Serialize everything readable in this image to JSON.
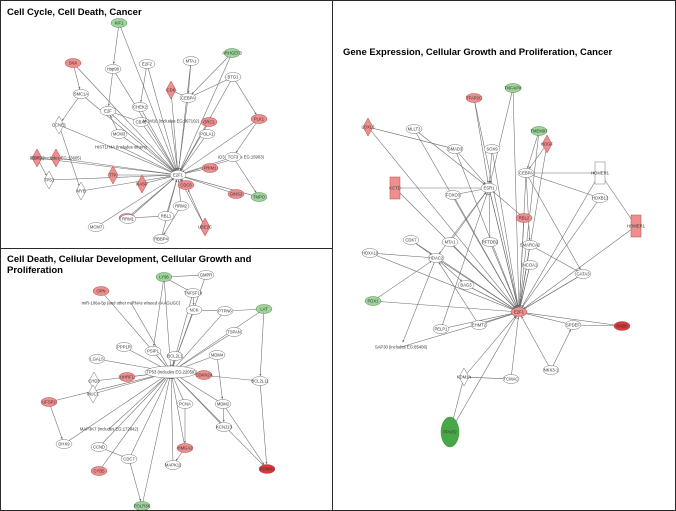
{
  "panels": [
    {
      "id": "a",
      "title": "Cell Cycle, Cell Death, Cancer"
    },
    {
      "id": "b",
      "title": "Cell Death, Cellular Development, Cellular Growth and Proliferation"
    },
    {
      "id": "c",
      "title": "Gene Expression, Cellular Growth and Proliferation, Cancer"
    }
  ],
  "colors": {
    "up_strong": "#d9383f",
    "up": "#ee8e8e",
    "up_light": "#f6c3c3",
    "down_strong": "#46a846",
    "down": "#9ed49b",
    "down_light": "#cfe9cc",
    "neutral": "#ffffff",
    "edge": "#6a6a6a"
  },
  "networks": {
    "a": {
      "nodes": [
        {
          "id": "n1",
          "label": "KIF1",
          "shape": "ellipse",
          "color": "down"
        },
        {
          "id": "n2",
          "label": "SNX",
          "shape": "ellipse",
          "color": "up"
        },
        {
          "id": "n3",
          "label": "Hsp90",
          "shape": "ellipse",
          "color": "neutral"
        },
        {
          "id": "n4",
          "label": "E2F2",
          "shape": "ellipse",
          "color": "neutral"
        },
        {
          "id": "n5",
          "label": "MTA1",
          "shape": "ellipse",
          "color": "neutral"
        },
        {
          "id": "n6",
          "label": "ARHGEF3",
          "shape": "ellipse",
          "color": "down"
        },
        {
          "id": "n7",
          "label": "SMC1A",
          "shape": "ellipse",
          "color": "neutral"
        },
        {
          "id": "n8",
          "label": "E2F",
          "shape": "ellipse",
          "color": "neutral"
        },
        {
          "id": "n9",
          "label": "CDK",
          "shape": "diamond",
          "color": "up"
        },
        {
          "id": "n10",
          "label": "CHEK2",
          "shape": "ellipse",
          "color": "neutral"
        },
        {
          "id": "n11",
          "label": "CEBPA",
          "shape": "ellipse",
          "color": "neutral"
        },
        {
          "id": "n12",
          "label": "BTG1",
          "shape": "ellipse",
          "color": "neutral"
        },
        {
          "id": "n13",
          "label": "CBX5",
          "shape": "ellipse",
          "color": "neutral"
        },
        {
          "id": "n14",
          "label": "MCM10 (includes EG:367102)",
          "shape": "ellipse",
          "color": "up"
        },
        {
          "id": "n15",
          "label": "ORC1",
          "shape": "ellipse",
          "color": "up"
        },
        {
          "id": "n16",
          "label": "MCM3",
          "shape": "ellipse",
          "color": "neutral"
        },
        {
          "id": "n17",
          "label": "CCNE1",
          "shape": "diamond",
          "color": "neutral"
        },
        {
          "id": "n18",
          "label": "HIST1H4A (includes others)",
          "shape": "ellipse",
          "color": "neutral"
        },
        {
          "id": "n19",
          "label": "POLA1",
          "shape": "ellipse",
          "color": "neutral"
        },
        {
          "id": "n20",
          "label": "E2F1",
          "shape": "ellipse",
          "color": "neutral"
        },
        {
          "id": "n21",
          "label": "ID3 (includes EG:15903)",
          "shape": "ellipse",
          "color": "neutral"
        },
        {
          "id": "n22",
          "label": "PLK1",
          "shape": "ellipse",
          "color": "up"
        },
        {
          "id": "n23",
          "label": "TCF3",
          "shape": "ellipse",
          "color": "neutral"
        },
        {
          "id": "n24",
          "label": "FOXO1",
          "shape": "diamond",
          "color": "up"
        },
        {
          "id": "n25",
          "label": "ECT2 (includes EG:13605)",
          "shape": "diamond",
          "color": "up"
        },
        {
          "id": "n26",
          "label": "TP53",
          "shape": "diamond",
          "color": "neutral"
        },
        {
          "id": "n27",
          "label": "MYB",
          "shape": "diamond",
          "color": "neutral"
        },
        {
          "id": "n28",
          "label": "TTK",
          "shape": "diamond",
          "color": "up"
        },
        {
          "id": "n29",
          "label": "NASP",
          "shape": "diamond",
          "color": "up"
        },
        {
          "id": "n30",
          "label": "CDC6",
          "shape": "ellipse",
          "color": "up"
        },
        {
          "id": "n31",
          "label": "PRIM1",
          "shape": "ellipse",
          "color": "up"
        },
        {
          "id": "n32",
          "label": "GINS2",
          "shape": "ellipse",
          "color": "up"
        },
        {
          "id": "n33",
          "label": "RRM2",
          "shape": "ellipse",
          "color": "neutral"
        },
        {
          "id": "n34",
          "label": "RAD51",
          "shape": "ellipse",
          "color": "up"
        },
        {
          "id": "n35",
          "label": "UBE2C",
          "shape": "diamond",
          "color": "up"
        },
        {
          "id": "n36",
          "label": "TMPO",
          "shape": "ellipse",
          "color": "down"
        },
        {
          "id": "n37",
          "label": "RRM1",
          "shape": "ellipse",
          "color": "neutral"
        },
        {
          "id": "n38",
          "label": "MCM7",
          "shape": "ellipse",
          "color": "neutral"
        },
        {
          "id": "n39",
          "label": "RBBP4",
          "shape": "ellipse",
          "color": "neutral"
        },
        {
          "id": "n40",
          "label": "RBL1",
          "shape": "ellipse",
          "color": "neutral"
        }
      ]
    },
    "b": {
      "nodes": [
        {
          "id": "m1",
          "label": "LY96",
          "shape": "ellipse",
          "color": "down"
        },
        {
          "id": "m2",
          "label": "OPN",
          "shape": "ellipse",
          "color": "up"
        },
        {
          "id": "m3",
          "label": "GMPR",
          "shape": "ellipse",
          "color": "neutral"
        },
        {
          "id": "m4",
          "label": "TNFSF10",
          "shape": "ellipse",
          "color": "neutral"
        },
        {
          "id": "m5",
          "label": "miR-106a-5p (and other miRNAs w/seed AAAGUGC)",
          "shape": "ellipse",
          "color": "neutral"
        },
        {
          "id": "m6",
          "label": "NCK",
          "shape": "ellipse",
          "color": "neutral"
        },
        {
          "id": "m7",
          "label": "PTPN6",
          "shape": "ellipse",
          "color": "neutral"
        },
        {
          "id": "m8",
          "label": "LAT",
          "shape": "ellipse",
          "color": "down"
        },
        {
          "id": "m9",
          "label": "PSIP1",
          "shape": "ellipse",
          "color": "neutral"
        },
        {
          "id": "m10",
          "label": "BCL2L1",
          "shape": "ellipse",
          "color": "neutral"
        },
        {
          "id": "m11",
          "label": "MDM4",
          "shape": "ellipse",
          "color": "neutral"
        },
        {
          "id": "m12",
          "label": "PPP1R",
          "shape": "ellipse",
          "color": "neutral"
        },
        {
          "id": "m13",
          "label": "TP53 (includes EG:22059)",
          "shape": "ellipse",
          "color": "neutral"
        },
        {
          "id": "m14",
          "label": "CDKN2A",
          "shape": "ellipse",
          "color": "up"
        },
        {
          "id": "m15",
          "label": "UHRF1",
          "shape": "ellipse",
          "color": "up"
        },
        {
          "id": "m16",
          "label": "BCL2L11",
          "shape": "ellipse",
          "color": "neutral"
        },
        {
          "id": "m17",
          "label": "CHD3",
          "shape": "diamond",
          "color": "neutral"
        },
        {
          "id": "m18",
          "label": "MUC1",
          "shape": "diamond",
          "color": "neutral"
        },
        {
          "id": "m19",
          "label": "UFSP2",
          "shape": "ellipse",
          "color": "up"
        },
        {
          "id": "m20",
          "label": "MAP3K7 (includes EG:172842)",
          "shape": "ellipse",
          "color": "neutral"
        },
        {
          "id": "m21",
          "label": "MDM2",
          "shape": "ellipse",
          "color": "neutral"
        },
        {
          "id": "m22",
          "label": "PCNA",
          "shape": "ellipse",
          "color": "neutral"
        },
        {
          "id": "m23",
          "label": "CCND",
          "shape": "ellipse",
          "color": "neutral"
        },
        {
          "id": "m24",
          "label": "HMGA2",
          "shape": "ellipse",
          "color": "up"
        },
        {
          "id": "m25",
          "label": "DHX9",
          "shape": "ellipse",
          "color": "neutral"
        },
        {
          "id": "m26",
          "label": "KCNJ13",
          "shape": "ellipse",
          "color": "neutral"
        },
        {
          "id": "m27",
          "label": "CYB5",
          "shape": "ellipse",
          "color": "up"
        },
        {
          "id": "m28",
          "label": "CDC7",
          "shape": "ellipse",
          "color": "neutral"
        },
        {
          "id": "m29",
          "label": "MAPK11",
          "shape": "ellipse",
          "color": "neutral"
        },
        {
          "id": "m30",
          "label": "FOXM1",
          "shape": "ellipse",
          "color": "up_strong"
        },
        {
          "id": "m31",
          "label": "POLR3K",
          "shape": "ellipse",
          "color": "down"
        },
        {
          "id": "m32",
          "label": "TSPAN",
          "shape": "ellipse",
          "color": "neutral"
        },
        {
          "id": "m33",
          "label": "LGALS",
          "shape": "ellipse",
          "color": "neutral"
        }
      ]
    },
    "c": {
      "nodes": [
        {
          "id": "k1",
          "label": "TFAP2C",
          "shape": "ellipse",
          "color": "up"
        },
        {
          "id": "k2",
          "label": "TNFAIP8",
          "shape": "ellipse",
          "color": "down"
        },
        {
          "id": "k3",
          "label": "LOXL2",
          "shape": "diamond",
          "color": "up"
        },
        {
          "id": "k4",
          "label": "MLLT3",
          "shape": "ellipse",
          "color": "neutral"
        },
        {
          "id": "k5",
          "label": "SMAD3",
          "shape": "ellipse",
          "color": "neutral"
        },
        {
          "id": "k6",
          "label": "TMEM97",
          "shape": "ellipse",
          "color": "down"
        },
        {
          "id": "k7",
          "label": "SOX9",
          "shape": "ellipse",
          "color": "neutral"
        },
        {
          "id": "k8",
          "label": "HDGF",
          "shape": "diamond",
          "color": "up"
        },
        {
          "id": "k9",
          "label": "KCTD",
          "shape": "rect",
          "color": "up"
        },
        {
          "id": "k10",
          "label": "ESR1",
          "shape": "ellipse",
          "color": "neutral"
        },
        {
          "id": "k11",
          "label": "CEBPA",
          "shape": "ellipse",
          "color": "neutral"
        },
        {
          "id": "k12",
          "label": "FOXO3",
          "shape": "ellipse",
          "color": "neutral"
        },
        {
          "id": "k13",
          "label": "HOXB13",
          "shape": "ellipse",
          "color": "neutral"
        },
        {
          "id": "k14",
          "label": "HOMER1",
          "shape": "rect",
          "color": "neutral"
        },
        {
          "id": "k15",
          "label": "HOMER1",
          "shape": "rect",
          "color": "up"
        },
        {
          "id": "k16",
          "label": "CDK7",
          "shape": "ellipse",
          "color": "neutral"
        },
        {
          "id": "k17",
          "label": "MTA1",
          "shape": "ellipse",
          "color": "neutral"
        },
        {
          "id": "k18",
          "label": "RFTDB2",
          "shape": "ellipse",
          "color": "neutral"
        },
        {
          "id": "k19",
          "label": "SMARCA2",
          "shape": "ellipse",
          "color": "neutral"
        },
        {
          "id": "k20",
          "label": "RBL2",
          "shape": "ellipse",
          "color": "up"
        },
        {
          "id": "k21",
          "label": "HOXA10",
          "shape": "ellipse",
          "color": "neutral"
        },
        {
          "id": "k22",
          "label": "NCOA1",
          "shape": "ellipse",
          "color": "neutral"
        },
        {
          "id": "k23",
          "label": "HDAC2",
          "shape": "ellipse",
          "color": "neutral"
        },
        {
          "id": "k24",
          "label": "BAG3",
          "shape": "ellipse",
          "color": "neutral"
        },
        {
          "id": "k25",
          "label": "GATA3",
          "shape": "ellipse",
          "color": "neutral"
        },
        {
          "id": "k26",
          "label": "PDX1",
          "shape": "ellipse",
          "color": "down"
        },
        {
          "id": "k27",
          "label": "E2F1",
          "shape": "ellipse",
          "color": "up"
        },
        {
          "id": "k28",
          "label": "PELP1",
          "shape": "ellipse",
          "color": "neutral"
        },
        {
          "id": "k29",
          "label": "EHMT2",
          "shape": "ellipse",
          "color": "neutral"
        },
        {
          "id": "k30",
          "label": "SPDEF",
          "shape": "ellipse",
          "color": "neutral"
        },
        {
          "id": "k31",
          "label": "RAB5",
          "shape": "ellipse",
          "color": "up_strong"
        },
        {
          "id": "k32",
          "label": "SAP30 (includes EG:85406)",
          "shape": "ellipse",
          "color": "up_light"
        },
        {
          "id": "k33",
          "label": "NKX3-1",
          "shape": "ellipse",
          "color": "neutral"
        },
        {
          "id": "k34",
          "label": "KDM1A",
          "shape": "diamond",
          "color": "neutral"
        },
        {
          "id": "k35",
          "label": "TCMAC",
          "shape": "ellipse",
          "color": "neutral"
        },
        {
          "id": "k36",
          "label": "PPAP2",
          "shape": "ellipse",
          "color": "down_strong"
        }
      ]
    }
  }
}
